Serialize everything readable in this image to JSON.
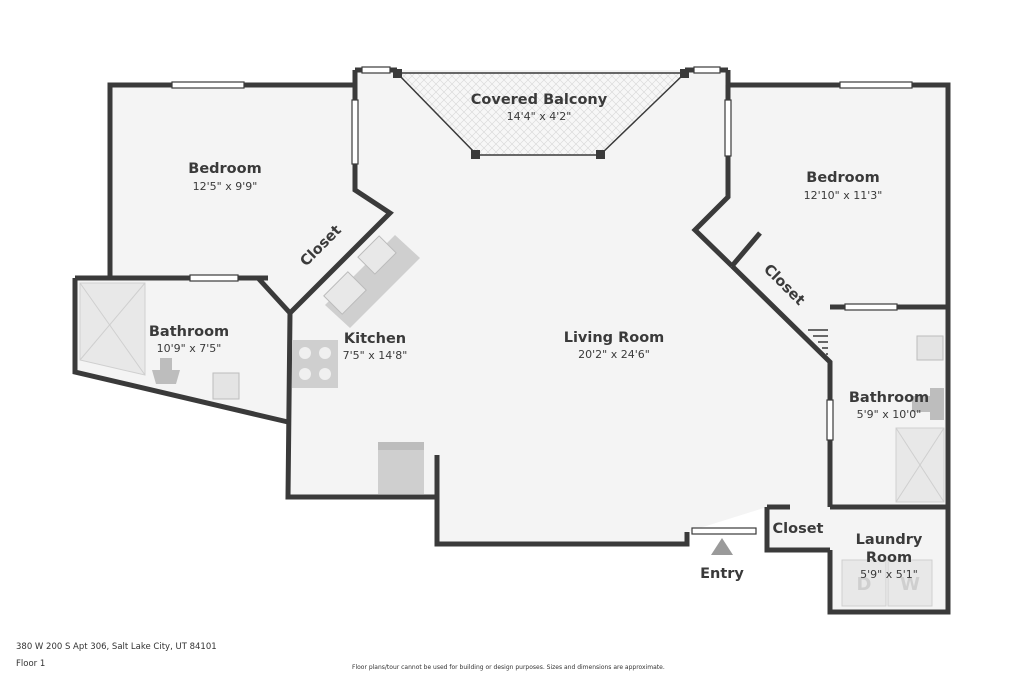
{
  "rooms": {
    "bedroom_left": {
      "name": "Bedroom",
      "dims": "12'5\" x 9'9\""
    },
    "covered_balcony": {
      "name": "Covered Balcony",
      "dims": "14'4\" x 4'2\""
    },
    "bedroom_right": {
      "name": "Bedroom",
      "dims": "12'10\" x 11'3\""
    },
    "closet_left": {
      "name": "Closet"
    },
    "closet_right": {
      "name": "Closet"
    },
    "bathroom_left": {
      "name": "Bathroom",
      "dims": "10'9\" x 7'5\""
    },
    "kitchen": {
      "name": "Kitchen",
      "dims": "7'5\" x 14'8\""
    },
    "living_room": {
      "name": "Living Room",
      "dims": "20'2\" x 24'6\""
    },
    "bathroom_right": {
      "name": "Bathroom",
      "dims": "5'9\" x 10'0\""
    },
    "closet_entry": {
      "name": "Closet"
    },
    "laundry_room": {
      "name_line1": "Laundry",
      "name_line2": "Room",
      "dims": "5'9\" x 5'1\""
    },
    "entry": {
      "name": "Entry"
    }
  },
  "appliances": {
    "dryer_letter": "D",
    "washer_letter": "W"
  },
  "footer": {
    "address": "380 W 200 S Apt 306, Salt Lake City, UT 84101",
    "floor": "Floor 1",
    "disclaimer": "Floor plans/tour cannot be used for building or design purposes. Sizes and dimensions are approximate."
  },
  "colors": {
    "wall": "#3a3a3a",
    "floor": "#f4f4f4",
    "fixture": "#cfcfcf",
    "window": "#ffffff"
  }
}
